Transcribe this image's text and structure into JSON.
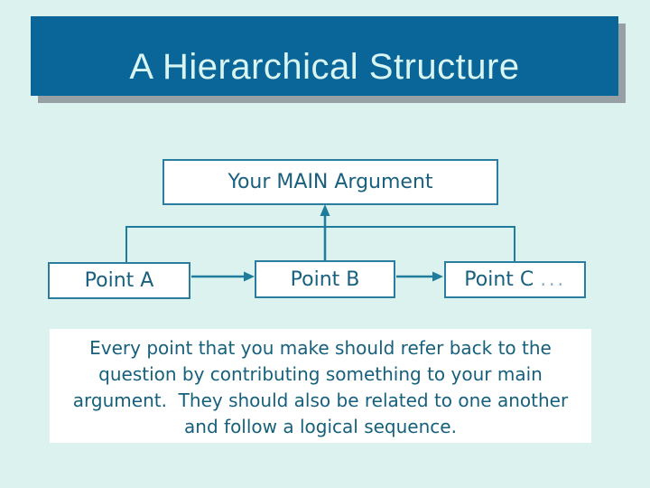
{
  "slide": {
    "title": "A Hierarchical Structure",
    "colors": {
      "background": "#DBF2EE",
      "title_fill": "#0A6598",
      "title_text": "#D9F5F1",
      "shadow": "#97A0A4",
      "connector": "#1F7C9D",
      "box_border": "#2A7D9E",
      "box_fill": "#FFFFFF",
      "box_text": "#19607F",
      "note_text": "#17607C",
      "ellipsis": "#8FB3C5"
    }
  },
  "diagram": {
    "main_box": {
      "label": "Your MAIN Argument"
    },
    "points": [
      {
        "id": "point-a",
        "label": "Point A",
        "suffix": ""
      },
      {
        "id": "point-b",
        "label": "Point B",
        "suffix": ""
      },
      {
        "id": "point-c",
        "label": "Point C",
        "suffix": "..."
      }
    ]
  },
  "note": {
    "lines": [
      "Every point that you make should refer back to the",
      "question by contributing something to your main",
      "argument.  They should also be related to one another",
      "and follow a logical sequence."
    ]
  }
}
